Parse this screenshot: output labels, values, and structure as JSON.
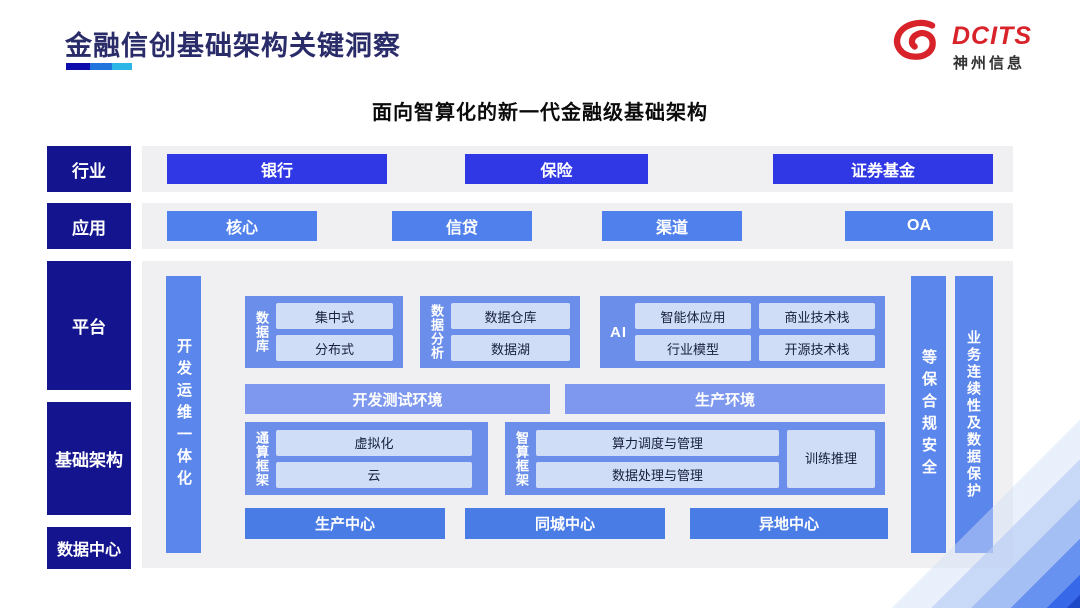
{
  "header": {
    "title": "金融信创基础架构关键洞察",
    "logo": {
      "brand": "DCITS",
      "company": "神州信息"
    }
  },
  "diagram": {
    "subtitle": "面向智算化的新一代金融级基础架构",
    "row_labels": {
      "industry": "行业",
      "application": "应用",
      "platform": "平台",
      "infrastructure": "基础架构",
      "datacenter": "数据中心"
    },
    "industry_items": [
      "银行",
      "保险",
      "证券基金"
    ],
    "application_items": [
      "核心",
      "信贷",
      "渠道",
      "OA"
    ],
    "devops_bar": "开发运维一体化",
    "platform_groups": {
      "database": {
        "label": "数据库",
        "items": [
          "集中式",
          "分布式"
        ]
      },
      "analytics": {
        "label": "数据分析",
        "items": [
          "数据仓库",
          "数据湖"
        ]
      },
      "ai": {
        "label": "AI",
        "items": [
          "智能体应用",
          "商业技术栈",
          "行业模型",
          "开源技术栈"
        ]
      }
    },
    "environments": [
      "开发测试环境",
      "生产环境"
    ],
    "frameworks": {
      "general": {
        "label": "通算框架",
        "items": [
          "虚拟化",
          "云"
        ]
      },
      "intelligent": {
        "label": "智算框架",
        "items": [
          "算力调度与管理",
          "数据处理与管理"
        ],
        "side_box": "训练推理"
      }
    },
    "datacenters": [
      "生产中心",
      "同城中心",
      "异地中心"
    ],
    "security_bars": [
      "等保合规安全",
      "业务连续性及数据保护"
    ]
  },
  "colors": {
    "title_navy": "#2a2c69",
    "label_navy": "#14148e",
    "industry_blue": "#3038e6",
    "application_blue": "#4f80ec",
    "group_blue": "#6a8eea",
    "env_blue": "#7d98ee",
    "bar_blue": "#5b86ec",
    "datacenter_blue": "#4a7ce6",
    "light_box_blue": "#cfddf6",
    "panel_gray": "#f0f0f2",
    "logo_red": "#d8232a"
  }
}
